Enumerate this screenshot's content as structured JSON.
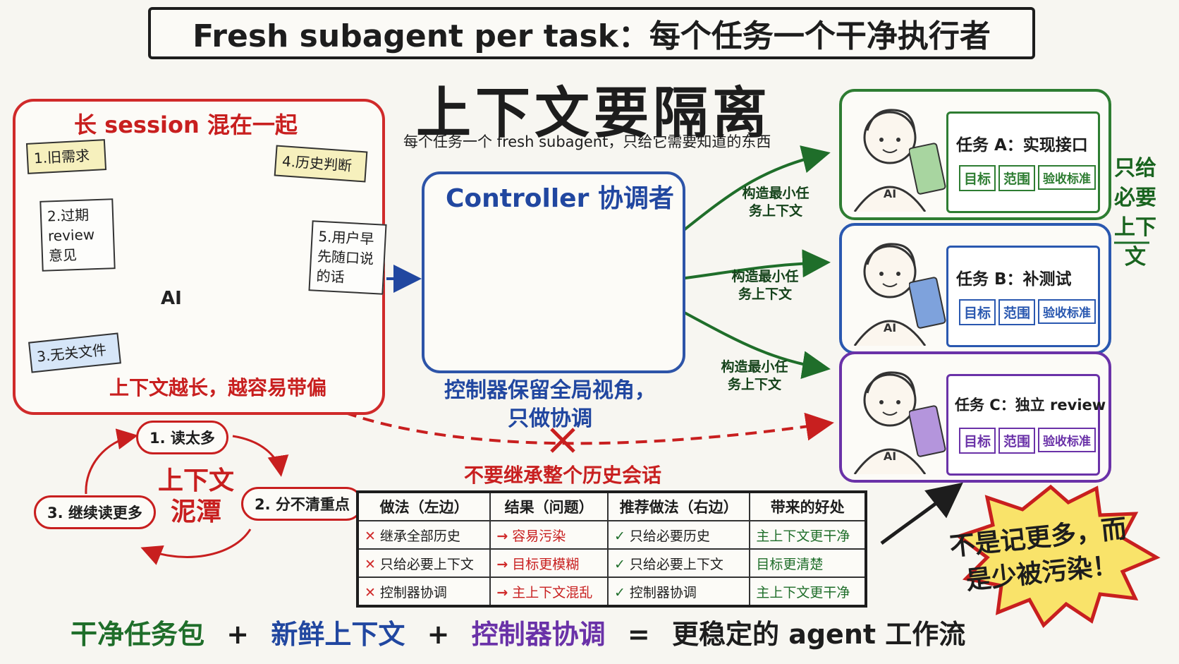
{
  "title": "Fresh subagent per task：每个任务一个干净执行者",
  "heading": "上下文要隔离",
  "subheading": "每个任务一个 fresh subagent，只给它需要知道的东西",
  "left_panel": {
    "title": "长 session 混在一起",
    "notes": [
      "1.旧需求",
      "2.过期 review 意见",
      "3.无关文件",
      "4.历史判断",
      "5.用户早先随口说的话"
    ],
    "laptop_label": "AI",
    "warning": "上下文越长，越容易带偏"
  },
  "controller": {
    "title": "Controller 协调者",
    "caption": "控制器保留全局视角，只做协调"
  },
  "arrow_label": "构造最小任务上下文",
  "tasks": [
    {
      "title": "任务 A：实现接口",
      "tags": [
        "目标",
        "范围",
        "验收标准"
      ],
      "avatar": "AI",
      "color": "#2e7d32",
      "fill": "#a8d5a0"
    },
    {
      "title": "任务 B：补测试",
      "tags": [
        "目标",
        "范围",
        "验收标准"
      ],
      "avatar": "AI",
      "color": "#2a58b0",
      "fill": "#7ea2dc"
    },
    {
      "title": "任务 C：独立 review",
      "tags": [
        "目标",
        "范围",
        "验收标准"
      ],
      "avatar": "AI",
      "color": "#6a32a8",
      "fill": "#b495dc"
    }
  ],
  "side_note": "只给必要上下文",
  "no_inherit": "不要继承整个历史会话",
  "cycle": {
    "center": "上下文泥潭",
    "steps": [
      "1. 读太多",
      "2. 分不清重点",
      "3. 继续读更多"
    ]
  },
  "table": {
    "headers": [
      "做法（左边）",
      "结果（问题）",
      "推荐做法（右边）",
      "带来的好处"
    ],
    "rows": [
      [
        "继承全部历史",
        "容易污染",
        "只给必要历史",
        "主上下文更干净"
      ],
      [
        "只给必要上下文",
        "目标更模糊",
        "只给必要上下文",
        "目标更清楚"
      ],
      [
        "控制器协调",
        "主上下文混乱",
        "控制器协调",
        "主上下文更干净"
      ]
    ]
  },
  "callout": "不是记更多，而是少被污染！",
  "formula": {
    "part1": "干净任务包",
    "plus1": "+",
    "part2": "新鲜上下文",
    "plus2": "+",
    "part3": "控制器协调",
    "equals": "=",
    "result": "更稳定的 agent 工作流"
  }
}
